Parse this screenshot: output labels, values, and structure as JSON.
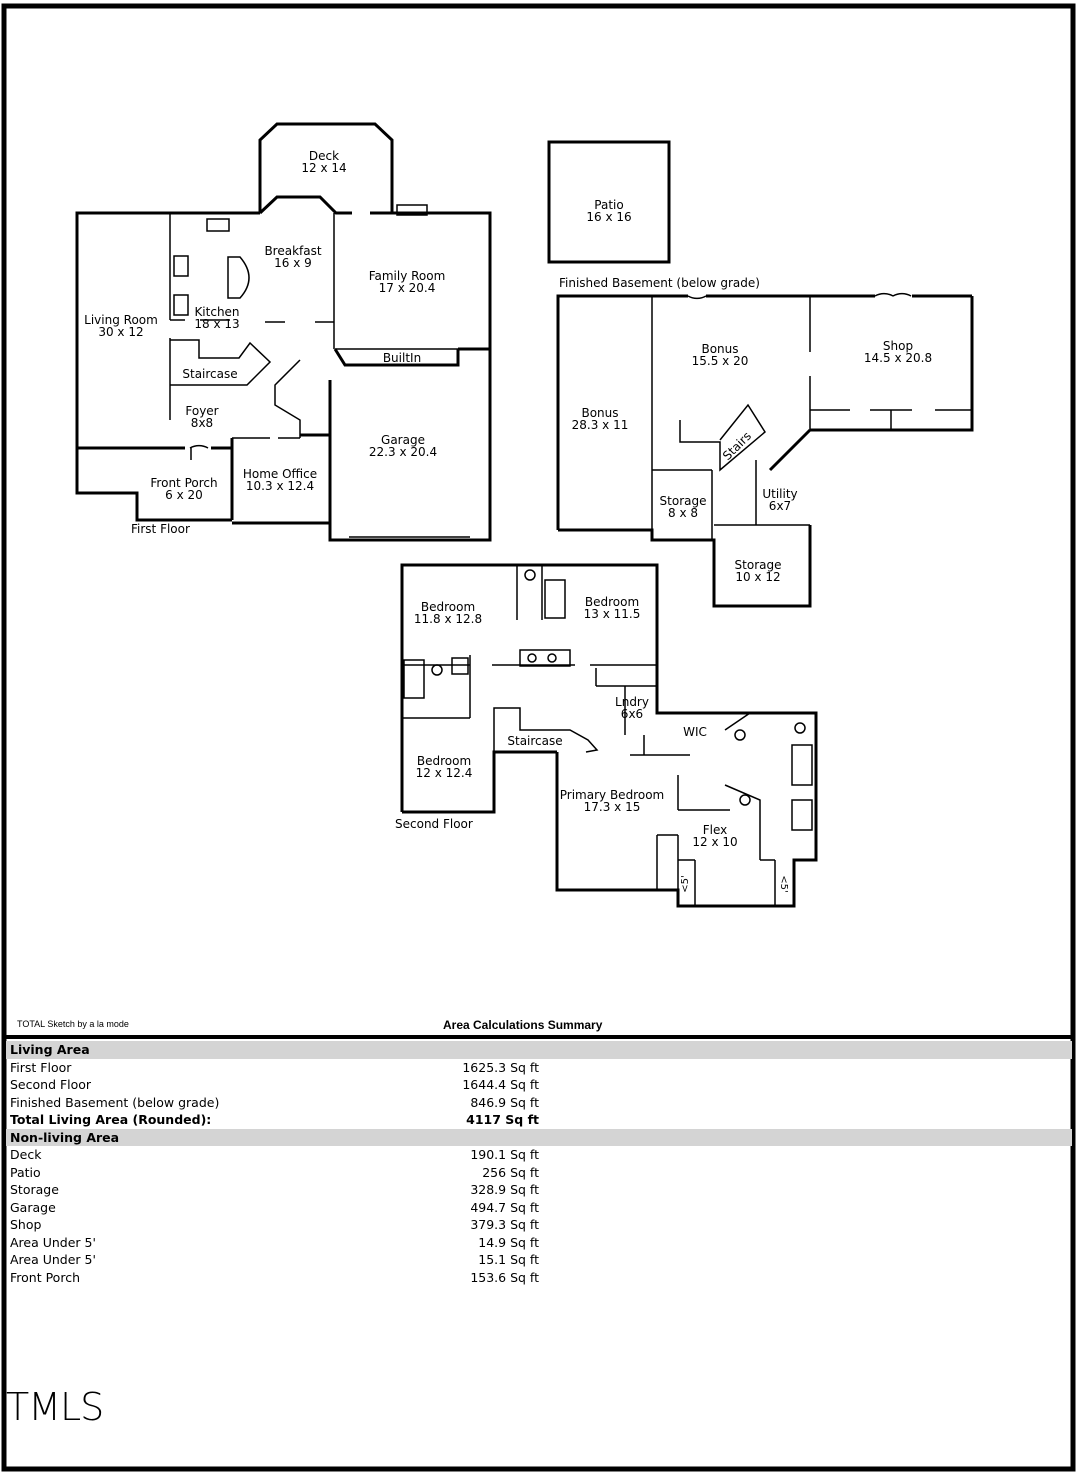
{
  "first_floor": {
    "label": "First Floor",
    "rooms": {
      "deck": {
        "name": "Deck",
        "dims": "12 x 14"
      },
      "breakfast": {
        "name": "Breakfast",
        "dims": "16 x 9"
      },
      "family_room": {
        "name": "Family Room",
        "dims": "17 x 20.4"
      },
      "living_room": {
        "name": "Living Room",
        "dims": "30 x 12"
      },
      "kitchen": {
        "name": "Kitchen",
        "dims": "18 x 13"
      },
      "staircase": {
        "name": "Staircase"
      },
      "builtin": {
        "name": "BuiltIn"
      },
      "foyer": {
        "name": "Foyer",
        "dims": "8x8"
      },
      "garage": {
        "name": "Garage",
        "dims": "22.3 x 20.4"
      },
      "home_office": {
        "name": "Home Office",
        "dims": "10.3 x 12.4"
      },
      "front_porch": {
        "name": "Front Porch",
        "dims": "6 x 20"
      }
    }
  },
  "basement": {
    "label": "Finished Basement (below grade)",
    "rooms": {
      "patio": {
        "name": "Patio",
        "dims": "16 x 16"
      },
      "bonus_upper": {
        "name": "Bonus",
        "dims": "15.5 x 20"
      },
      "shop": {
        "name": "Shop",
        "dims": "14.5 x 20.8"
      },
      "bonus_left": {
        "name": "Bonus",
        "dims": "28.3 x 11"
      },
      "stairs": {
        "name": "Stairs"
      },
      "utility": {
        "name": "Utility",
        "dims": "6x7"
      },
      "storage_a": {
        "name": "Storage",
        "dims": "8 x 8"
      },
      "storage_b": {
        "name": "Storage",
        "dims": "10 x 12"
      }
    }
  },
  "second_floor": {
    "label": "Second Floor",
    "rooms": {
      "bedroom_a": {
        "name": "Bedroom",
        "dims": "11.8 x 12.8"
      },
      "bedroom_b": {
        "name": "Bedroom",
        "dims": "13 x 11.5"
      },
      "laundry": {
        "name": "Lndry",
        "dims": "6x6"
      },
      "wic": {
        "name": "WIC"
      },
      "staircase": {
        "name": "Staircase"
      },
      "bedroom_c": {
        "name": "Bedroom",
        "dims": "12 x 12.4"
      },
      "primary_bedroom": {
        "name": "Primary Bedroom",
        "dims": "17.3 x 15"
      },
      "flex": {
        "name": "Flex",
        "dims": "12 x 10"
      },
      "under5_a": "<5'",
      "under5_b": "<5'"
    }
  },
  "credit": "TOTAL Sketch by a la mode",
  "summary_title": "Area Calculations Summary",
  "living_area": {
    "heading": "Living Area",
    "rows": [
      {
        "label": "First Floor",
        "value": "1625.3 Sq ft"
      },
      {
        "label": "Second Floor",
        "value": "1644.4 Sq ft"
      },
      {
        "label": "Finished Basement (below grade)",
        "value": "846.9 Sq ft"
      }
    ],
    "total": {
      "label": "Total Living Area (Rounded):",
      "value": "4117 Sq ft"
    }
  },
  "non_living_area": {
    "heading": "Non-living Area",
    "rows": [
      {
        "label": "Deck",
        "value": "190.1 Sq ft"
      },
      {
        "label": "Patio",
        "value": "256 Sq ft"
      },
      {
        "label": "Storage",
        "value": "328.9 Sq ft"
      },
      {
        "label": "Garage",
        "value": "494.7 Sq ft"
      },
      {
        "label": "Shop",
        "value": "379.3 Sq ft"
      },
      {
        "label": "Area Under 5'",
        "value": "14.9 Sq ft"
      },
      {
        "label": "Area Under 5'",
        "value": "15.1 Sq ft"
      },
      {
        "label": "Front Porch",
        "value": "153.6 Sq ft"
      }
    ]
  },
  "logo": "TMLS"
}
